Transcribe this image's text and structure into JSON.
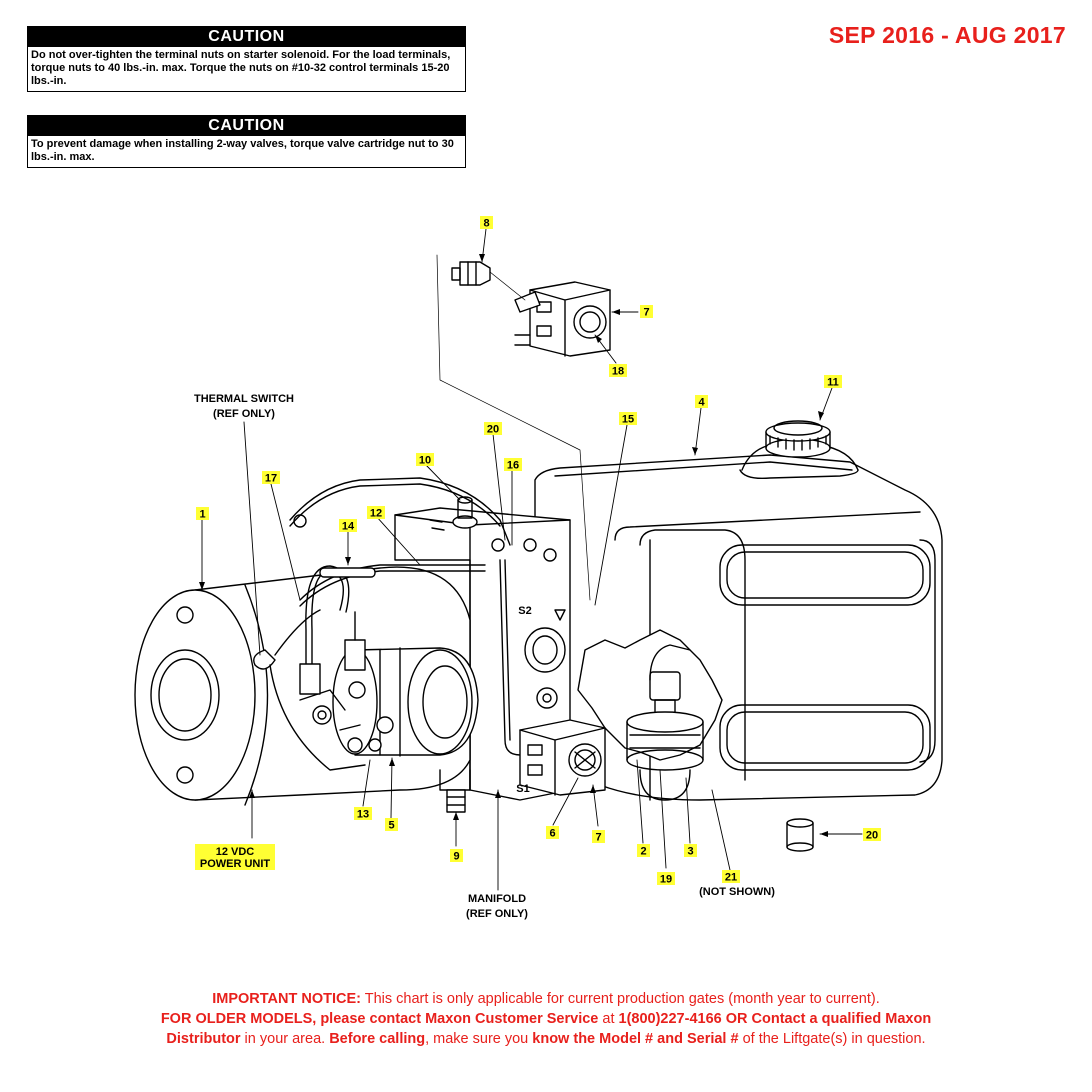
{
  "header": {
    "date_range": "SEP 2016 - AUG 2017"
  },
  "cautions": [
    {
      "title": "CAUTION",
      "text": "Do not over-tighten the terminal nuts on starter solenoid. For the load terminals, torque nuts to 40 lbs.-in. max. Torque the nuts on #10-32 control terminals 15-20 lbs.-in."
    },
    {
      "title": "CAUTION",
      "text": "To prevent damage when installing 2-way valves, torque valve cartridge nut to 30 lbs.-in. max."
    }
  ],
  "callouts": {
    "c1": "1",
    "c2": "2",
    "c3": "3",
    "c4": "4",
    "c5": "5",
    "c6": "6",
    "c7a": "7",
    "c7b": "7",
    "c8": "8",
    "c9": "9",
    "c10": "10",
    "c11": "11",
    "c12": "12",
    "c13": "13",
    "c14": "14",
    "c15": "15",
    "c16": "16",
    "c17": "17",
    "c18": "18",
    "c19": "19",
    "c20a": "20",
    "c20b": "20",
    "c21": "21"
  },
  "labels": {
    "thermal_switch_1": "THERMAL SWITCH",
    "thermal_switch_2": "(REF ONLY)",
    "power_unit_1": "12 VDC",
    "power_unit_2": "POWER UNIT",
    "manifold_1": "MANIFOLD",
    "manifold_2": "(REF ONLY)",
    "not_shown": "(NOT SHOWN)",
    "port_s1": "S1",
    "port_s2": "S2"
  },
  "notice": {
    "l1_bold": "IMPORTANT NOTICE:",
    "l1_rest": " This chart is only applicable for current production gates (month year to current).",
    "l2_bold_a": "FOR OLDER MODELS, please contact Maxon Customer Service",
    "l2_mid": " at ",
    "l2_bold_b": "1(800)227-4166 OR Contact a qualified Maxon",
    "l3_bold_a": "Distributor",
    "l3_mid_a": " in your area. ",
    "l3_bold_b": "Before calling",
    "l3_mid_b": ", make sure you ",
    "l3_bold_c": "know the Model # and Serial #",
    "l3_rest": " of the Liftgate(s) in question."
  },
  "colors": {
    "red": "#e8201c",
    "highlight": "#ffff33",
    "ink": "#000000"
  }
}
